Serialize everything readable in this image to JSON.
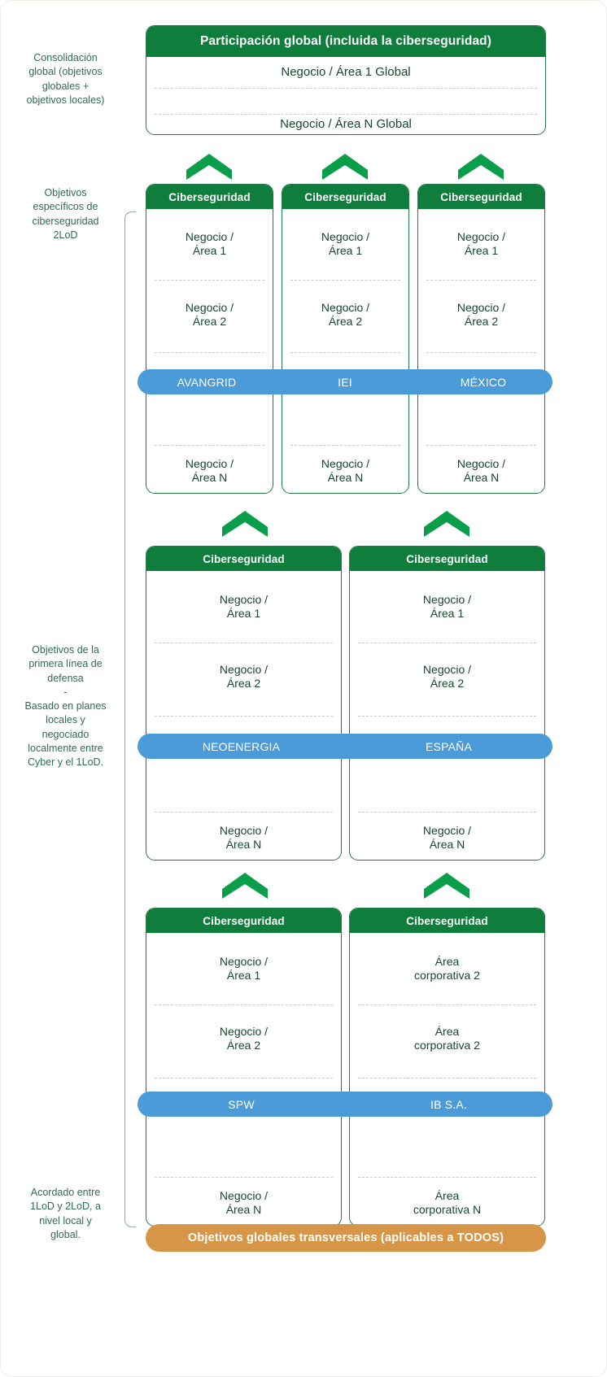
{
  "side_labels": {
    "consolidation": "Consolidación\nglobal (objetivos\nglobales +\nobjetivos locales)",
    "tier2": "Objetivos\nespecíficos de\nciberseguridad\n2LoD",
    "tier1": "Objetivos de la\nprimera línea de\ndefensa\n-\nBasado en planes\nlocales y\nnegociado\nlocalmente entre\nCyber y el 1LoD.",
    "agreed": "Acordado entre\n1LoD y 2LoD, a\nnivel local y\nglobal."
  },
  "global_card": {
    "header": "Participación global (incluida la ciberseguridad)",
    "rows": [
      "Negocio / Área 1 Global",
      "",
      "Negocio / Área N Global"
    ]
  },
  "tier2": {
    "columns": [
      {
        "header": "Ciberseguridad",
        "rows": [
          "Negocio /\nÁrea 1",
          "Negocio /\nÁrea 2",
          "",
          "Negocio /\nÁrea N"
        ],
        "entity": "AVANGRID"
      },
      {
        "header": "Ciberseguridad",
        "rows": [
          "Negocio /\nÁrea 1",
          "Negocio /\nÁrea 2",
          "",
          "Negocio /\nÁrea N"
        ],
        "entity": "IEI"
      },
      {
        "header": "Ciberseguridad",
        "rows": [
          "Negocio /\nÁrea 1",
          "Negocio /\nÁrea 2",
          "",
          "Negocio /\nÁrea N"
        ],
        "entity": "MÉXICO"
      }
    ]
  },
  "tier1a": {
    "columns": [
      {
        "header": "Ciberseguridad",
        "rows": [
          "Negocio /\nÁrea 1",
          "Negocio /\nÁrea 2",
          "",
          "Negocio /\nÁrea N"
        ],
        "entity": "NEOENERGIA"
      },
      {
        "header": "Ciberseguridad",
        "rows": [
          "Negocio /\nÁrea 1",
          "Negocio /\nÁrea 2",
          "",
          "Negocio /\nÁrea N"
        ],
        "entity": "ESPAÑA"
      }
    ]
  },
  "tier1b": {
    "columns": [
      {
        "header": "Ciberseguridad",
        "rows": [
          "Negocio /\nÁrea 1",
          "Negocio /\nÁrea 2",
          "",
          "Negocio /\nÁrea N"
        ],
        "entity": "SPW"
      },
      {
        "header": "Ciberseguridad",
        "rows": [
          "Área\ncorporativa 2",
          "Área\ncorporativa 2",
          "",
          "Área\ncorporativa N"
        ],
        "entity": "IB S.A."
      }
    ]
  },
  "footer_bar": {
    "label": "Objetivos globales transversales (aplicables a TODOS)"
  },
  "colors": {
    "green_header": "#0f7d3c",
    "green_border": "#1f7a45",
    "green_text": "#15472c",
    "green_label": "#2f6b52",
    "chevron": "#0a9e4a",
    "blue_pill": "#4a9bd8",
    "orange_pill": "#d79647",
    "dashed": "#c9c9c9",
    "bracket": "#8aa99a"
  },
  "icons": {
    "chevron_up": "chevron-up-icon"
  }
}
